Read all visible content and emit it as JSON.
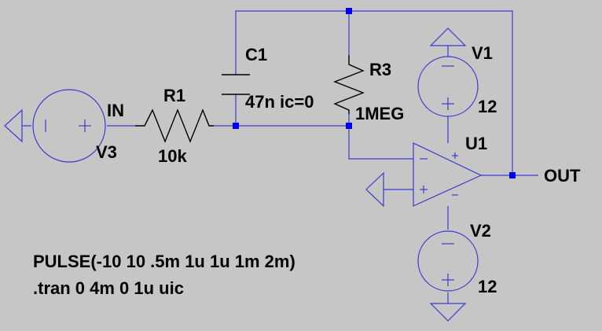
{
  "colors": {
    "background": "#c6c6c6",
    "wire": "#3a3acf",
    "component": "#000000",
    "junction": "#0000ee"
  },
  "components": {
    "r1": {
      "name": "R1",
      "value": "10k"
    },
    "r3": {
      "name": "R3",
      "value": "1MEG"
    },
    "c1": {
      "name": "C1",
      "value": "47n ic=0"
    },
    "v1": {
      "name": "V1",
      "value": "12"
    },
    "v2": {
      "name": "V2",
      "value": "12"
    },
    "v3": {
      "name": "V3"
    },
    "u1": {
      "name": "U1"
    }
  },
  "nets": {
    "in": "IN",
    "out": "OUT"
  },
  "directives": {
    "pulse": "PULSE(-10 10 .5m 1u 1u 1m 2m)",
    "tran": ".tran 0 4m 0 1u uic"
  }
}
